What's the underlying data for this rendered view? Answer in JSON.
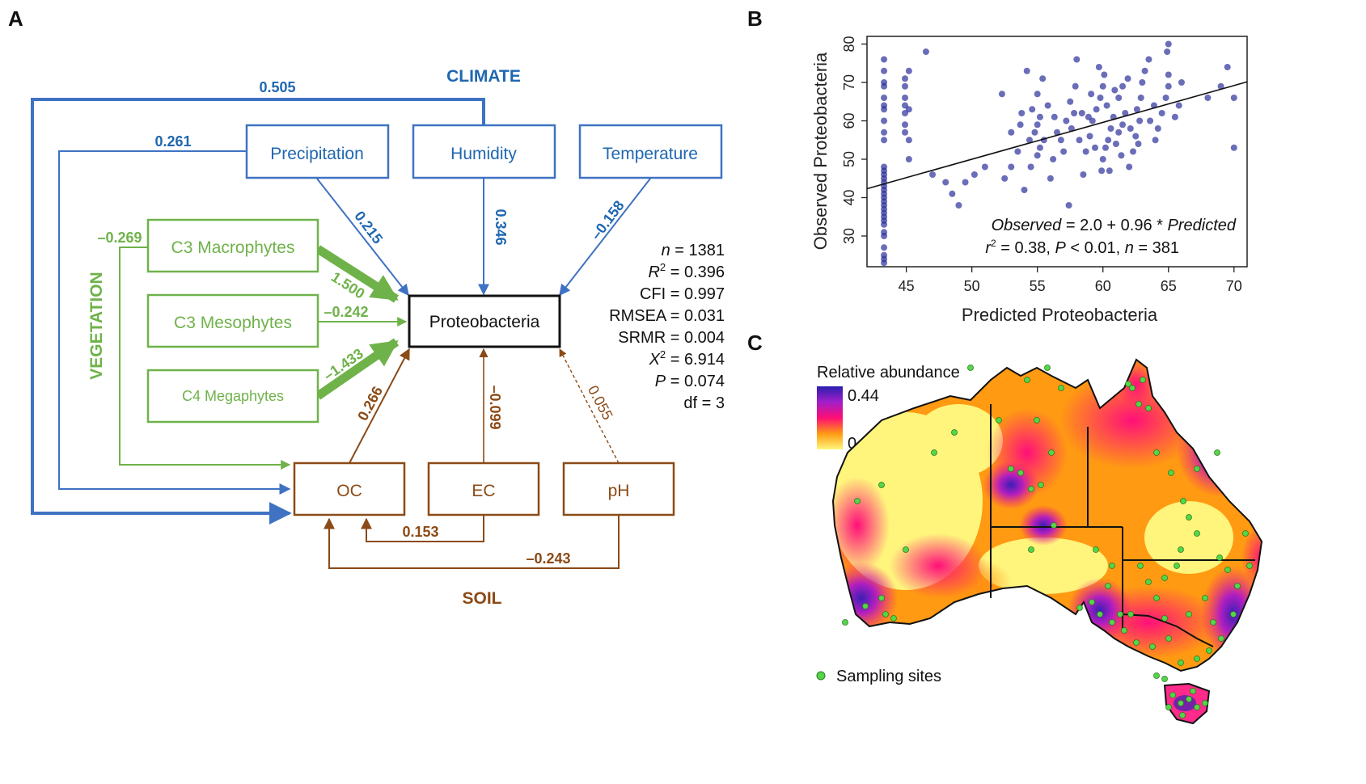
{
  "panels": {
    "a": "A",
    "b": "B",
    "c": "C"
  },
  "colors": {
    "climate": "#3f72c2",
    "climate_text": "#1f67b0",
    "vegetation": "#6fb24a",
    "soil": "#8b4a16",
    "points": "#2b2f9a",
    "site": "#55d648"
  },
  "sem": {
    "groups": {
      "climate": "CLIMATE",
      "vegetation": "VEGETATION",
      "soil": "SOIL"
    },
    "boxes": {
      "precipitation": "Precipitation",
      "humidity": "Humidity",
      "temperature": "Temperature",
      "c3_macrophytes": "C3 Macrophytes",
      "c3_mesophytes": "C3 Mesophytes",
      "c4_megaphytes": "C4 Megaphytes",
      "proteobacteria": "Proteobacteria",
      "oc": "OC",
      "ec": "EC",
      "ph": "pH"
    },
    "coefficients": {
      "humidity_oc": "0.505",
      "precip_oc": "0.261",
      "precip_proteo": "0.215",
      "humidity_proteo": "0.346",
      "temp_proteo": "–0.158",
      "macro_oc": "–0.269",
      "macro_proteo": "1.500",
      "meso_proteo": "–0.242",
      "c4_proteo": "–1.433",
      "oc_proteo": "0.266",
      "ec_proteo": "–0.099",
      "ph_proteo": "0.055",
      "ec_oc": "0.153",
      "ph_oc": "–0.243"
    },
    "stats": {
      "n": "1381",
      "r2": "0.396",
      "cfi": "CFI = 0.997",
      "rmsea": "RMSEA = 0.031",
      "srmr": "SRMR = 0.004",
      "x2": "6.914",
      "p": "0.074",
      "df": "df = 3"
    }
  },
  "chart_data": {
    "type": "scatter",
    "xlabel": "Predicted Proteobacteria",
    "ylabel": "Observed Proteobacteria",
    "xlim": [
      42,
      71
    ],
    "ylim": [
      22,
      82
    ],
    "xticks": [
      45,
      50,
      55,
      60,
      65,
      70
    ],
    "yticks": [
      30,
      40,
      50,
      60,
      70,
      80
    ],
    "fit": {
      "intercept": 2.0,
      "slope": 0.96
    },
    "equation": {
      "observed": "Observed",
      "rest": " = 2.0 + 0.96 * ",
      "predicted": "Predicted"
    },
    "stats": {
      "r2": " = 0.38, ",
      "p": " < 0.01, ",
      "n": " = 381"
    },
    "points": [
      [
        43.3,
        23
      ],
      [
        43.3,
        24
      ],
      [
        43.3,
        25
      ],
      [
        43.3,
        27
      ],
      [
        43.3,
        30
      ],
      [
        43.3,
        31
      ],
      [
        43.3,
        33
      ],
      [
        43.3,
        34
      ],
      [
        43.3,
        35
      ],
      [
        43.3,
        36
      ],
      [
        43.3,
        37
      ],
      [
        43.3,
        38
      ],
      [
        43.3,
        39
      ],
      [
        43.3,
        40
      ],
      [
        43.3,
        41
      ],
      [
        43.3,
        42
      ],
      [
        43.3,
        43
      ],
      [
        43.3,
        44
      ],
      [
        43.3,
        45
      ],
      [
        43.3,
        46
      ],
      [
        43.3,
        47
      ],
      [
        43.3,
        48
      ],
      [
        43.3,
        55
      ],
      [
        43.3,
        57
      ],
      [
        43.3,
        60
      ],
      [
        43.3,
        63
      ],
      [
        43.3,
        64
      ],
      [
        43.3,
        66
      ],
      [
        43.3,
        69
      ],
      [
        43.3,
        70
      ],
      [
        43.3,
        73
      ],
      [
        43.3,
        76
      ],
      [
        44.9,
        57
      ],
      [
        44.9,
        59
      ],
      [
        44.9,
        62
      ],
      [
        44.9,
        64
      ],
      [
        44.9,
        66
      ],
      [
        44.9,
        69
      ],
      [
        44.9,
        71
      ],
      [
        45.2,
        50
      ],
      [
        45.2,
        55
      ],
      [
        45.2,
        63
      ],
      [
        45.2,
        73
      ],
      [
        46.5,
        78
      ],
      [
        47,
        46
      ],
      [
        48,
        44
      ],
      [
        48.5,
        41
      ],
      [
        49,
        38
      ],
      [
        49.5,
        44
      ],
      [
        50.2,
        46
      ],
      [
        51,
        48
      ],
      [
        52.3,
        67
      ],
      [
        52.5,
        45
      ],
      [
        53,
        48
      ],
      [
        53.5,
        52
      ],
      [
        53,
        57
      ],
      [
        54,
        42
      ],
      [
        54.5,
        48
      ],
      [
        55,
        51
      ],
      [
        55.2,
        53
      ],
      [
        55.5,
        55
      ],
      [
        54.8,
        57
      ],
      [
        55,
        59
      ],
      [
        55.2,
        61
      ],
      [
        54.6,
        63
      ],
      [
        55,
        67
      ],
      [
        55.4,
        71
      ],
      [
        54.2,
        73
      ],
      [
        56,
        45
      ],
      [
        56.2,
        50
      ],
      [
        56.5,
        57
      ],
      [
        57,
        52
      ],
      [
        57.2,
        60
      ],
      [
        57.8,
        62
      ],
      [
        57.5,
        65
      ],
      [
        57.4,
        38
      ],
      [
        58,
        76
      ],
      [
        58.5,
        46
      ],
      [
        58.7,
        52
      ],
      [
        59,
        56
      ],
      [
        59.2,
        60
      ],
      [
        59.5,
        63
      ],
      [
        59.8,
        66
      ],
      [
        60,
        50
      ],
      [
        60.2,
        53
      ],
      [
        60.4,
        55
      ],
      [
        60.6,
        58
      ],
      [
        60.8,
        61
      ],
      [
        60.3,
        64
      ],
      [
        60,
        69
      ],
      [
        60.1,
        72
      ],
      [
        59.7,
        74
      ],
      [
        61,
        54
      ],
      [
        61.2,
        57
      ],
      [
        61.5,
        59
      ],
      [
        61.7,
        62
      ],
      [
        61.2,
        66
      ],
      [
        61.5,
        69
      ],
      [
        62,
        48
      ],
      [
        62.3,
        52
      ],
      [
        62.5,
        56
      ],
      [
        62.8,
        60
      ],
      [
        62.6,
        63
      ],
      [
        62.9,
        66
      ],
      [
        63,
        70
      ],
      [
        63.2,
        73
      ],
      [
        63.5,
        76
      ],
      [
        64,
        55
      ],
      [
        64.2,
        58
      ],
      [
        64.5,
        62
      ],
      [
        64.8,
        66
      ],
      [
        65,
        69
      ],
      [
        65,
        72
      ],
      [
        64.9,
        78
      ],
      [
        65,
        80
      ],
      [
        65.5,
        61
      ],
      [
        65.8,
        64
      ],
      [
        66,
        70
      ],
      [
        68,
        66
      ],
      [
        69.5,
        74
      ],
      [
        70,
        66
      ],
      [
        70,
        53
      ],
      [
        69,
        69
      ],
      [
        53.8,
        62
      ],
      [
        54.4,
        55
      ],
      [
        56.8,
        55
      ],
      [
        57.6,
        58
      ],
      [
        58.2,
        55
      ],
      [
        58.9,
        61
      ],
      [
        59.4,
        53
      ],
      [
        60.9,
        68
      ],
      [
        62.1,
        58
      ],
      [
        63.6,
        60
      ],
      [
        63.9,
        64
      ],
      [
        61.4,
        51
      ],
      [
        58.4,
        62
      ],
      [
        56.3,
        61
      ],
      [
        53.7,
        59
      ],
      [
        55.8,
        64
      ],
      [
        59.9,
        47
      ],
      [
        62.7,
        54
      ],
      [
        60.5,
        47
      ],
      [
        57.9,
        69
      ],
      [
        59.1,
        67
      ],
      [
        61.9,
        71
      ]
    ]
  },
  "map": {
    "legend_title": "Relative abundance",
    "max": "0.44",
    "min": "0.15",
    "sites_label": "Sampling sites"
  }
}
